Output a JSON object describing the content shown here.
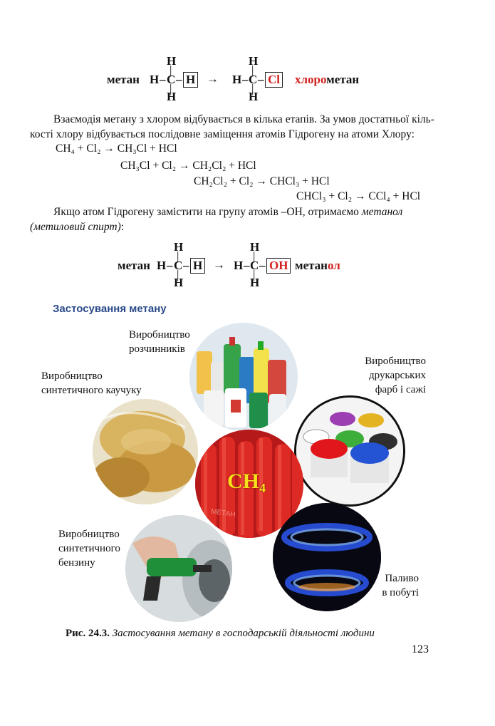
{
  "reaction1": {
    "left_label": "метан",
    "H": "H",
    "C": "C",
    "arrow": "→",
    "replaced": "Cl",
    "right_prefix": "хлоро",
    "right_suffix": "метан"
  },
  "paragraph1": {
    "line1": "Взаємодія метану з хлором відбувається в кілька етапів. За умов достатньої кіль-",
    "line2": "кості хлору відбувається послідовне заміщення атомів Гідрогену на атоми Хлору:"
  },
  "equations": [
    "CH₄ + Cl₂ → CH₃Cl + HCl",
    "CH₃Cl + Cl₂ → CH₂Cl₂ + HCl",
    "CH₂Cl₂ + Cl₂ → CHCl₃ + HCl",
    "CHCl₃ + Cl₂ → CCl₄ + HCl"
  ],
  "paragraph2": {
    "line1_text": "Якщо атом Гідрогену замістити на групу атомів –OH, отримаємо",
    "line1_italic": "метанол",
    "line2_italic": "(метиловий спирт)",
    "line2_text": ":"
  },
  "reaction2": {
    "left_label": "метан",
    "H": "H",
    "C": "C",
    "arrow": "→",
    "replaced": "OH",
    "right_prefix": "метан",
    "right_suffix": "ол"
  },
  "section_title": "Застосування метану",
  "labels": {
    "solvents": [
      "Виробництво",
      "розчинників"
    ],
    "inks": [
      "Виробництво",
      "друкарських",
      "фарб і сажі"
    ],
    "rubber": [
      "Виробництво",
      "синтетичного каучуку"
    ],
    "gasoline": [
      "Виробництво",
      "синтетичного",
      "бензину"
    ],
    "fuel": [
      "Паливо",
      "в побуті"
    ]
  },
  "center_formula": "CH₄",
  "cylinder_text": "МЕТАН",
  "caption": {
    "label": "Рис. 24.3.",
    "text": "Застосування метану в господарській діяльності людини"
  },
  "page_number": "123",
  "colors": {
    "red_accent": "#d0211d",
    "section_blue": "#2a4a8a",
    "formula_yellow": "#f5e21a"
  }
}
